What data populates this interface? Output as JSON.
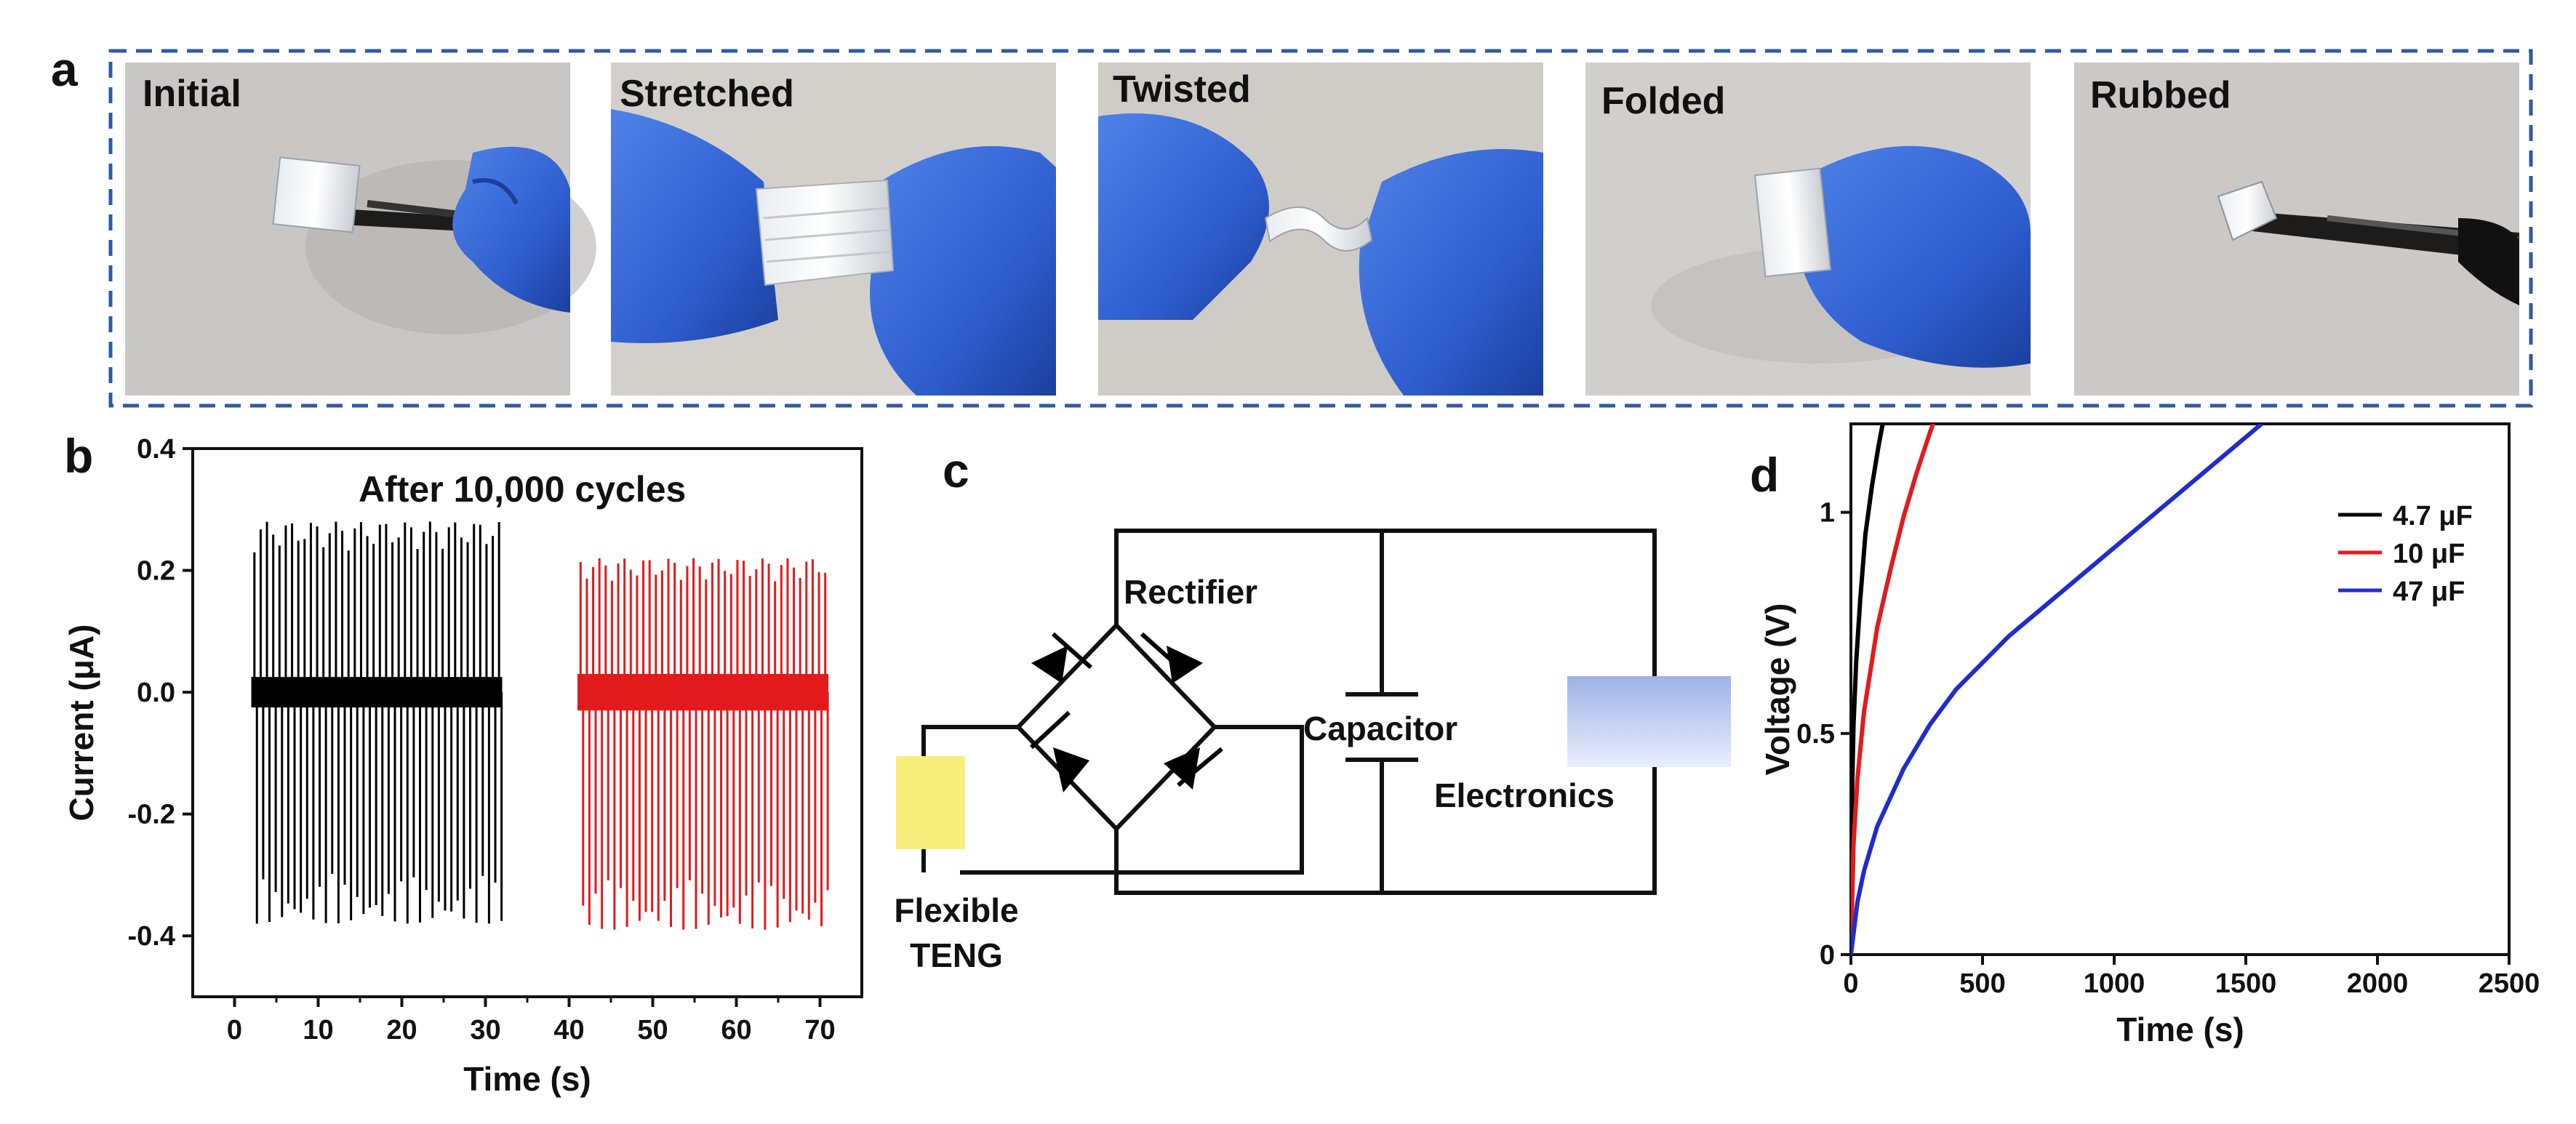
{
  "panels": {
    "a": "a",
    "b": "b",
    "c": "c",
    "d": "d"
  },
  "photos": [
    {
      "label": "Initial",
      "bg": "#c9c7c5",
      "object": "tweezers"
    },
    {
      "label": "Stretched",
      "bg": "#d3d0cc",
      "object": "stretched"
    },
    {
      "label": "Twisted",
      "bg": "#cfccc8",
      "object": "twisted"
    },
    {
      "label": "Folded",
      "bg": "#d1cfcc",
      "object": "folded"
    },
    {
      "label": "Rubbed",
      "bg": "#cbc8c5",
      "object": "tweezers"
    }
  ],
  "chart_data": [
    {
      "panel": "b",
      "type": "line",
      "annotation": "After 10,000 cycles",
      "xlabel": "Time (s)",
      "ylabel": "Current (μA)",
      "xlim": [
        -5,
        75
      ],
      "ylim": [
        -0.5,
        0.4
      ],
      "xticks": [
        "0",
        "10",
        "20",
        "30",
        "40",
        "50",
        "60",
        "70"
      ],
      "yticks": [
        "-0.4",
        "-0.2",
        "0.0",
        "0.2",
        "0.4"
      ],
      "series": [
        {
          "color": "#000000",
          "x_range": [
            2,
            32
          ],
          "n_peaks": 40,
          "pos_peak": 0.28,
          "neg_peak": -0.38,
          "band": 0.05
        },
        {
          "color": "#e31a1c",
          "x_range": [
            41,
            71
          ],
          "n_peaks": 40,
          "pos_peak": 0.22,
          "neg_peak": -0.39,
          "band": 0.06
        }
      ]
    },
    {
      "panel": "d",
      "type": "line",
      "xlabel": "Time (s)",
      "ylabel": "Voltage (V)",
      "xlim": [
        0,
        2500
      ],
      "ylim": [
        0,
        1.2
      ],
      "xticks": [
        "0",
        "500",
        "1000",
        "1500",
        "2000",
        "2500"
      ],
      "yticks": [
        "0",
        "0.5",
        "1"
      ],
      "series": [
        {
          "name": "4.7 μF",
          "color": "#000000",
          "x": [
            0,
            5,
            10,
            20,
            35,
            55,
            80,
            105,
            130
          ],
          "y": [
            0,
            0.38,
            0.52,
            0.66,
            0.8,
            0.95,
            1.06,
            1.15,
            1.23
          ]
        },
        {
          "name": "10 μF",
          "color": "#e31a1c",
          "x": [
            0,
            10,
            25,
            50,
            100,
            150,
            200,
            250,
            300,
            330
          ],
          "y": [
            0,
            0.25,
            0.4,
            0.55,
            0.74,
            0.87,
            0.99,
            1.09,
            1.18,
            1.23
          ]
        },
        {
          "name": "47 μF",
          "color": "#1f2ccf",
          "x": [
            0,
            25,
            50,
            100,
            200,
            300,
            400,
            500,
            600,
            800,
            1000,
            1200,
            1400,
            1560
          ],
          "y": [
            0,
            0.12,
            0.19,
            0.29,
            0.42,
            0.52,
            0.6,
            0.66,
            0.72,
            0.82,
            0.92,
            1.02,
            1.12,
            1.2
          ]
        }
      ]
    }
  ],
  "circuit": {
    "rectifier_label": "Rectifier",
    "capacitor_label": "Capacitor",
    "electronics_label": "Electronics",
    "teng_label_line1": "Flexible",
    "teng_label_line2": "TENG",
    "teng_color": "#f7ee7c",
    "electronics_color_top": "#9fb2e8",
    "electronics_color_bottom": "#e9eefc"
  }
}
